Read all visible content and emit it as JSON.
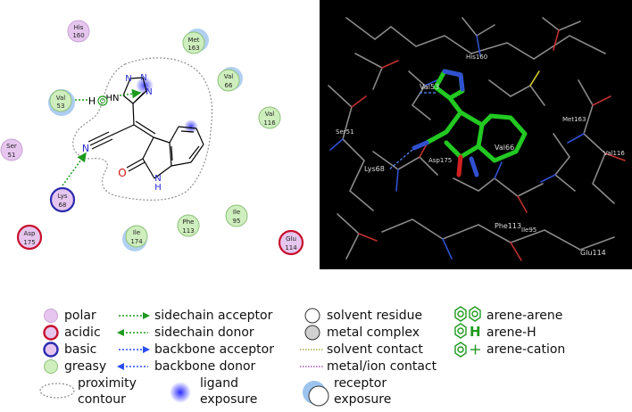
{
  "diagram": {
    "residues": [
      {
        "name": "His",
        "number": "160",
        "type": "polar"
      },
      {
        "name": "Met",
        "number": "163",
        "type": "greasy"
      },
      {
        "name": "Val",
        "number": "66",
        "type": "greasy"
      },
      {
        "name": "Val",
        "number": "53",
        "type": "greasy"
      },
      {
        "name": "Val",
        "number": "116",
        "type": "greasy"
      },
      {
        "name": "Ser",
        "number": "51",
        "type": "polar"
      },
      {
        "name": "Lys",
        "number": "68",
        "type": "basic"
      },
      {
        "name": "Asp",
        "number": "175",
        "type": "acidic"
      },
      {
        "name": "Ile",
        "number": "174",
        "type": "greasy"
      },
      {
        "name": "Phe",
        "number": "113",
        "type": "greasy"
      },
      {
        "name": "Ile",
        "number": "95",
        "type": "greasy"
      },
      {
        "name": "Glu",
        "number": "114",
        "type": "acidic"
      }
    ],
    "ligand_atoms": {
      "h": "H",
      "hn": "HN",
      "n_tetrazole_1": "N",
      "n_tetrazole_2": "N",
      "n_tetrazole_3": "N",
      "n_nitrile": "N",
      "o": "O",
      "nh": "N",
      "h_nh": "H"
    }
  },
  "structure_labels": [
    "His160",
    "Val53",
    "Met163",
    "Ser51",
    "Val66",
    "Val116",
    "Lys68",
    "Asp175",
    "Phe113",
    "Ile95",
    "Glu114"
  ],
  "legend": {
    "residue_types": [
      "polar",
      "acidic",
      "basic",
      "greasy"
    ],
    "proximity_line1": "proximity",
    "proximity_line2": "contour",
    "interactions": [
      "sidechain acceptor",
      "sidechain donor",
      "backbone acceptor",
      "backbone donor"
    ],
    "ligand_exposure_line1": "ligand",
    "ligand_exposure_line2": "exposure",
    "misc": [
      "solvent residue",
      "metal complex",
      "solvent contact",
      "metal/ion contact"
    ],
    "receptor_exposure_line1": "receptor",
    "receptor_exposure_line2": "exposure",
    "arene": [
      "arene-arene",
      "arene-H",
      "arene-cation"
    ],
    "arene_h_symbol": "H"
  },
  "colors": {
    "polar": "#e6c6ee",
    "polar_stroke": "#c9a4d4",
    "acidic_stroke": "#c8102e",
    "basic_stroke": "#2b2bb0",
    "greasy": "#cfeebe",
    "greasy_stroke": "#8cc27a",
    "sidechain": "#1e9a1e",
    "backbone": "#2a4df0",
    "ligand_highlight": "#22c922",
    "exposure": "#9dc4ee"
  }
}
